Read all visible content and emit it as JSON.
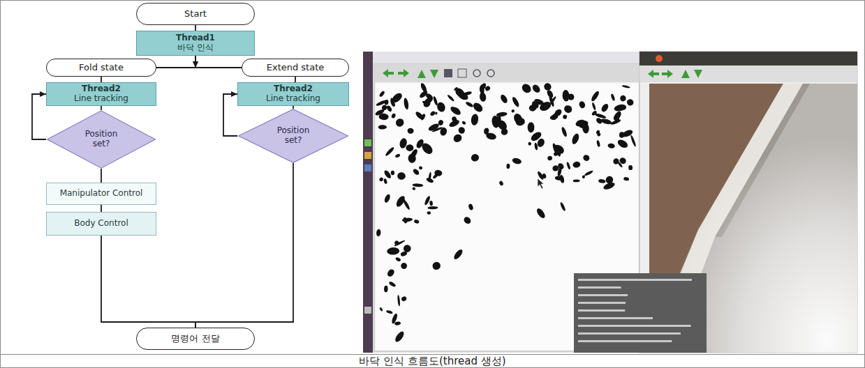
{
  "diagram": {
    "caption": "바닥 인식 흐름도(thread 생성)",
    "nodes": [
      {
        "text": [
          "Start"
        ]
      },
      {
        "text": [
          "Thread1",
          "바닥 인식"
        ]
      },
      {
        "text": [
          "Fold state"
        ]
      },
      {
        "text": [
          "Extend state"
        ]
      },
      {
        "text": [
          "Thread2",
          "Line tracking"
        ]
      },
      {
        "text": [
          "Thread2",
          "Line tracking"
        ]
      },
      {
        "text": [
          "Position set?"
        ]
      },
      {
        "text": [
          "Position set?"
        ]
      },
      {
        "text": [
          "Manipulator Control"
        ]
      },
      {
        "text": [
          "Body Control"
        ]
      },
      {
        "text": [
          "명령어 전달"
        ]
      }
    ],
    "edges": [
      {
        "from": 0,
        "to": 1,
        "arrow": "none"
      },
      {
        "from": 1,
        "to": 2,
        "arrow": "to"
      },
      {
        "from": 1,
        "to": 3,
        "arrow": "to"
      },
      {
        "from": 2,
        "to": 4,
        "arrow": "none"
      },
      {
        "from": 3,
        "to": 5,
        "arrow": "none"
      },
      {
        "from": 4,
        "to": 6,
        "arrow": "none"
      },
      {
        "from": 6,
        "to": 4,
        "arrow": "to"
      },
      {
        "from": 5,
        "to": 7,
        "arrow": "none"
      },
      {
        "from": 7,
        "to": 5,
        "arrow": "to"
      },
      {
        "from": 6,
        "to": 8,
        "arrow": "none"
      },
      {
        "from": 8,
        "to": 9,
        "arrow": "none"
      },
      {
        "from": 9,
        "to": 10,
        "arrow": "none"
      },
      {
        "from": 7,
        "to": 10,
        "arrow": "none"
      }
    ]
  }
}
